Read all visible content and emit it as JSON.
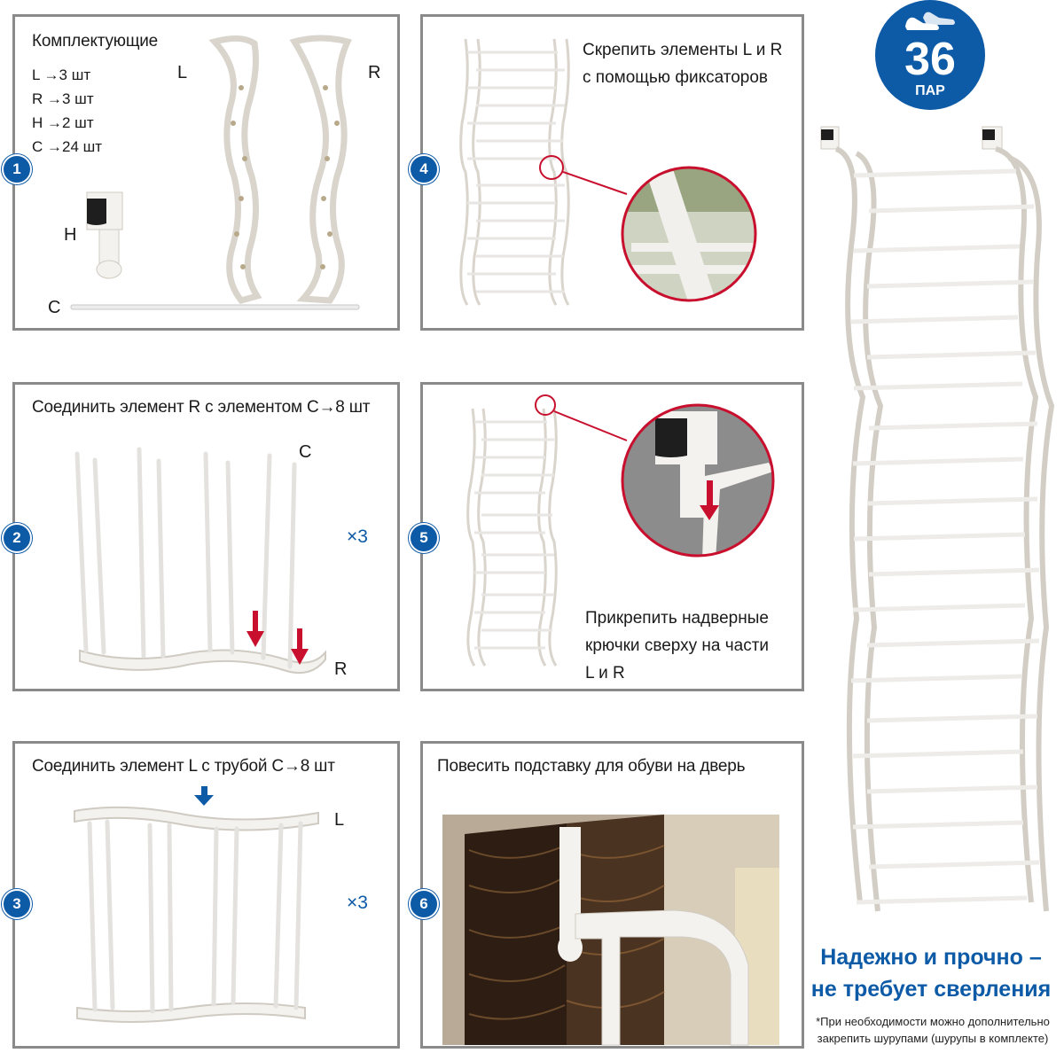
{
  "badge": {
    "number": "36",
    "unit": "ПАР"
  },
  "panel1": {
    "step": "1",
    "title": "Комплектующие",
    "parts": [
      "L →3 шт",
      "R →3 шт",
      "H →2 шт",
      "C →24 шт"
    ],
    "label_L": "L",
    "label_R": "R",
    "label_H": "H",
    "label_C": "C"
  },
  "panel2": {
    "step": "2",
    "title": "Соединить элемент R с элементом C→8 шт",
    "label_C": "C",
    "label_R": "R",
    "multiplier": "×3"
  },
  "panel3": {
    "step": "3",
    "title": "Соединить элемент L с трубой C→8 шт",
    "label_L": "L",
    "multiplier": "×3"
  },
  "panel4": {
    "step": "4",
    "title_line1": "Скрепить элементы L и R",
    "title_line2": "с помощью фиксаторов"
  },
  "panel5": {
    "step": "5",
    "text_line1": "Прикрепить надверные",
    "text_line2": "крючки сверху на части",
    "text_line3": "L и R"
  },
  "panel6": {
    "step": "6",
    "title": "Повесить подставку для обуви на дверь"
  },
  "slogan_line1": "Надежно и прочно –",
  "slogan_line2": "не требует сверления",
  "footnote_line1": "*При необходимости можно дополнительно",
  "footnote_line2": "закрепить шурупами (шурупы в комплекте)",
  "colors": {
    "accent_blue": "#0d5aa7",
    "arrow_red": "#c8102e",
    "frame_gray": "#8a8a8a"
  }
}
